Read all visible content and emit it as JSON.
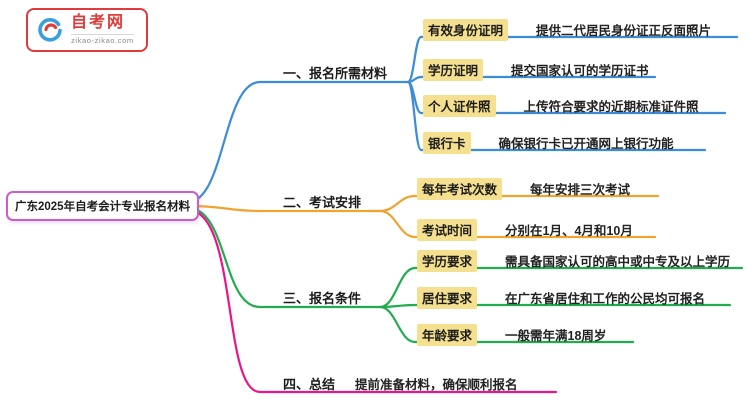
{
  "logo": {
    "name": "自考网",
    "domain": "zikao-zikao.com"
  },
  "root": "广东2025年自考会计专业报名材料",
  "colors": {
    "branch1": "#3c8cd7",
    "branch2": "#f0a32e",
    "branch3": "#22ab4f",
    "branch4": "#e8168c",
    "root_border": "#c85fc8",
    "logo_red": "#e23a3a",
    "keyword_highlight": "#f4e08e"
  },
  "branches": [
    {
      "label": "一、报名所需材料",
      "children": [
        {
          "key": "有效身份证明",
          "desc": "提供二代居民身份证正反面照片"
        },
        {
          "key": "学历证明",
          "desc": "提交国家认可的学历证书"
        },
        {
          "key": "个人证件照",
          "desc": "上传符合要求的近期标准证件照"
        },
        {
          "key": "银行卡",
          "desc": "确保银行卡已开通网上银行功能"
        }
      ]
    },
    {
      "label": "二、考试安排",
      "children": [
        {
          "key": "每年考试次数",
          "desc": "每年安排三次考试"
        },
        {
          "key": "考试时间",
          "desc": "分别在1月、4月和10月"
        }
      ]
    },
    {
      "label": "三、报名条件",
      "children": [
        {
          "key": "学历要求",
          "desc": "需具备国家认可的高中或中专及以上学历"
        },
        {
          "key": "居住要求",
          "desc": "在广东省居住和工作的公民均可报名"
        },
        {
          "key": "年龄要求",
          "desc": "一般需年满18周岁"
        }
      ]
    },
    {
      "label": "四、总结",
      "desc": "提前准备材料，确保顺利报名"
    }
  ]
}
